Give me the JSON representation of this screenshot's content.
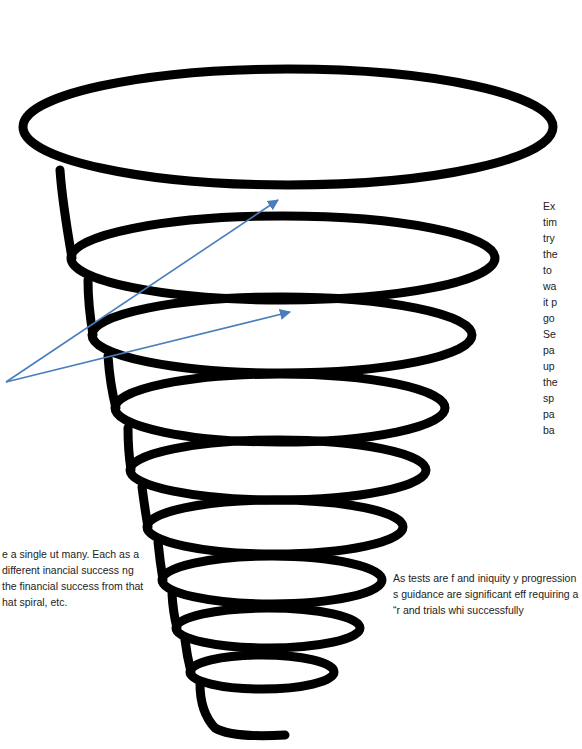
{
  "diagram": {
    "labels": [
      "Ex tim try the to wa it p go Se pa up the sp pa ba",
      "e a single ut many. Each as a different inancial success ng the financial success from that hat spiral, etc.",
      "As tests are f and iniquity y progression s guidance are significant eff requiring a “r and trials whi successfully"
    ]
  }
}
